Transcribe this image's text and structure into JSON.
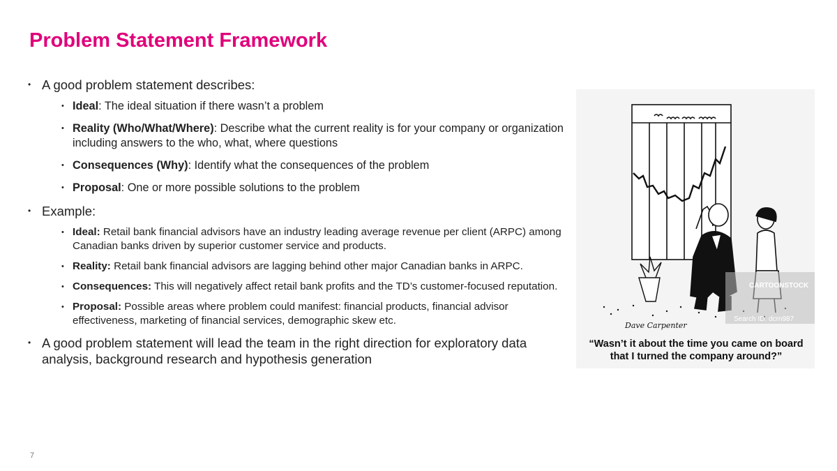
{
  "title": "Problem Statement Framework",
  "bullets": [
    {
      "text": "A good problem statement describes:",
      "items": [
        {
          "label": "Ideal",
          "text": ": The ideal situation if there wasn’t a problem"
        },
        {
          "label": "Reality (Who/What/Where)",
          "text": ": Describe what the current reality is for your company or organization including answers to the who, what, where questions"
        },
        {
          "label": "Consequences (Why)",
          "text": ": Identify what the consequences of the problem"
        },
        {
          "label": "Proposal",
          "text": ": One or more possible solutions to the problem"
        }
      ]
    },
    {
      "text": "Example:",
      "items": [
        {
          "label": "Ideal:",
          "text": " Retail bank financial advisors have an industry leading average revenue per client (ARPC) among Canadian banks driven by superior customer service and products."
        },
        {
          "label": "Reality:",
          "text": " Retail bank financial advisors are lagging behind other major Canadian banks in ARPC."
        },
        {
          "label": "Consequences:",
          "text": " This will negatively affect retail bank profits and the TD’s customer-focused reputation."
        },
        {
          "label": "Proposal:",
          "text": " Possible areas where problem could manifest: financial products, financial advisor effectiveness, marketing of financial services, demographic skew etc."
        }
      ]
    },
    {
      "text": "A good problem statement will lead the team in the right direction for exploratory data analysis, background research and hypothesis generation"
    }
  ],
  "cartoon": {
    "caption": "“Wasn’t it about the time you came on board that I turned the company around?”",
    "watermark": "CARTOONSTOCK",
    "search_id": "Search ID: dcrn987",
    "signature": "Dave Carpenter"
  },
  "page_number": "7"
}
